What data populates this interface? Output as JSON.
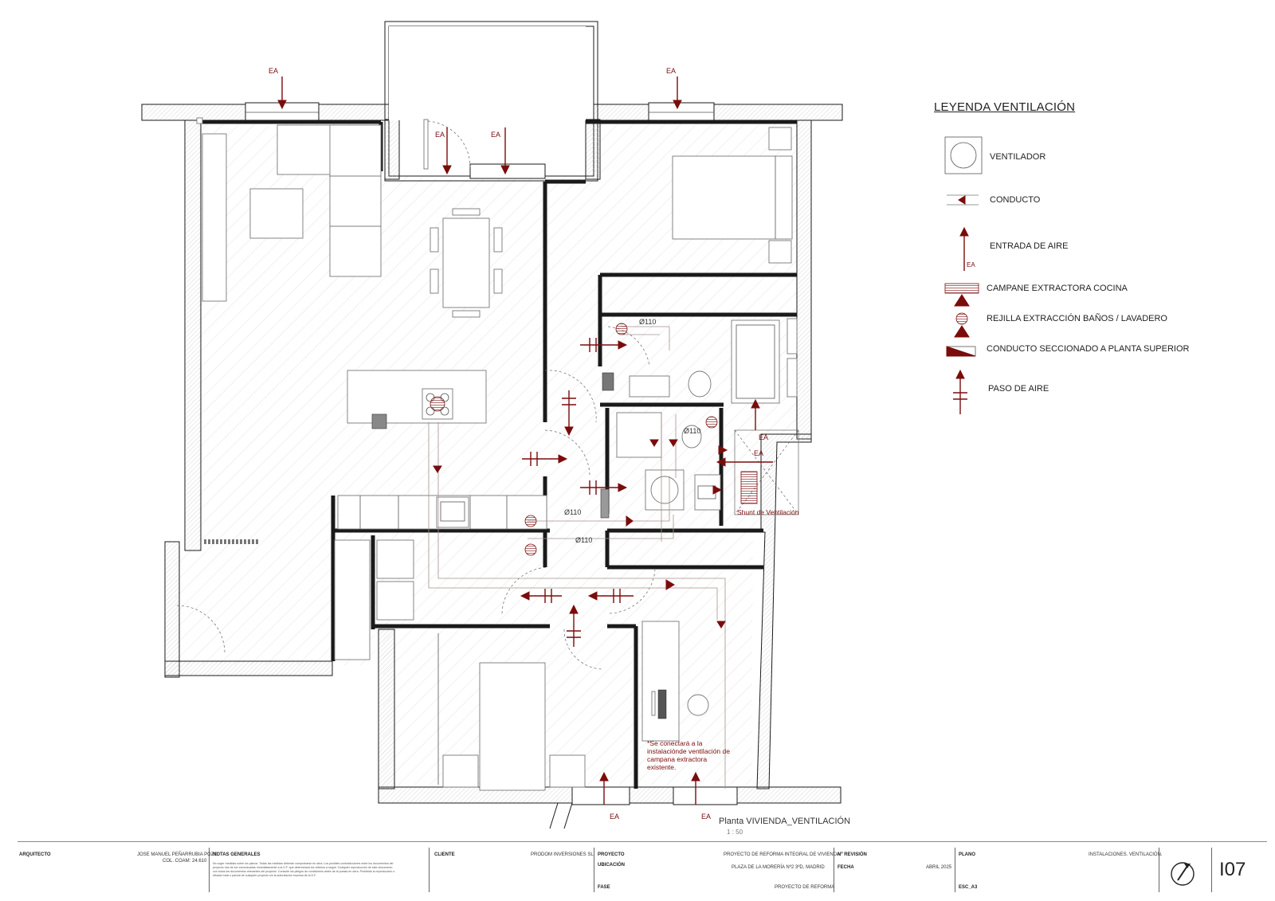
{
  "legend": {
    "title": "LEYENDA VENTILACIÓN",
    "items": [
      {
        "label": "VENTILADOR",
        "icon": "fan-square-circle-icon"
      },
      {
        "label": "CONDUCTO",
        "icon": "duct-arrow-icon"
      },
      {
        "label": "ENTRADA DE AIRE",
        "icon": "air-inlet-arrow-icon",
        "sub": "EA"
      },
      {
        "label": "CAMPANE EXTRACTORA COCINA",
        "icon": "kitchen-hood-icon"
      },
      {
        "label": "REJILLA EXTRACCIÓN BAÑOS / LAVADERO",
        "icon": "extraction-grille-icon"
      },
      {
        "label": "CONDUCTO SECCIONADO A PLANTA SUPERIOR",
        "icon": "sectioned-duct-icon"
      },
      {
        "label": "PASO DE AIRE",
        "icon": "air-passage-icon"
      }
    ]
  },
  "plan": {
    "ea": "EA",
    "dia": "Ø110",
    "shunt": "Shunt de Ventilación",
    "note": "*Se conectará a la instalaciónde ventilación de campana extractora existente.",
    "title": "Planta VIVIENDA_VENTILACIÓN",
    "scale": "1 : 50"
  },
  "colors": {
    "accent": "#7a0c0c",
    "line": "#1a1a1a"
  },
  "titleblock": {
    "arquitecto_h": "ARQUITECTO",
    "arquitecto_name": "JOSE MANUEL PEÑARRUBIA POZO",
    "arquitecto_col": "COL. COAM: 24.610",
    "notas_h": "NOTAS GENERALES",
    "notas_text": "No coger medidas sobre los planos. Todas las medidas deberán comprobarse en obra. Los posibles contradicciones entre los documentos del proyecto han de ser comunicadas inmediatamente a la D.F. que determinará los criterios a seguir. Cualquier reproducción de este documento con todos los documentos relevantes del proyecto. Consulte los pliegos de condiciones antes de la puesta en obra. Prohibida la reproducción o difusión total o parcial de cualquier proyecto sin la autorización expresa de la D.F.",
    "cliente_h": "CLIENTE",
    "cliente_v": "PRODOM INVERSIONES SL",
    "proyecto_h": "PROYECTO",
    "proyecto_v": "PROYECTO DE REFORMA INTEGRAL DE VIVIENDA",
    "ubicacion_h": "UBICACIÓN",
    "ubicacion_v": "PLAZA DE LA MORERÍA Nº2 3ºD, MADRID",
    "fase_h": "FASE",
    "fase_v": "PROYECTO DE REFORMA",
    "revision_h": "Nº REVISIÓN",
    "fecha_h": "FECHA",
    "fecha_v": "ABRIL 2025",
    "escala_h": "ESC_A3",
    "plano_h": "PLANO",
    "plano_v": "INSTALACIONES. VENTILACIÓN.",
    "sheet": "I07"
  }
}
